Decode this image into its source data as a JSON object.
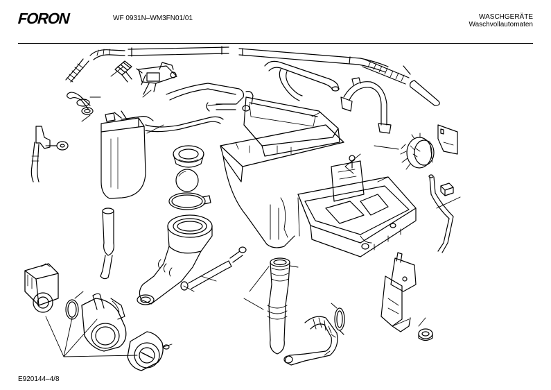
{
  "header": {
    "brand": "FORON",
    "model": "WF 0931N–WM3FN01/01",
    "category_line1": "WASCHGERÄTE",
    "category_line2": "Waschvollautomaten"
  },
  "footer": {
    "drawing_code": "E920144–4/8"
  },
  "colors": {
    "ink": "#000000",
    "paper": "#ffffff"
  }
}
